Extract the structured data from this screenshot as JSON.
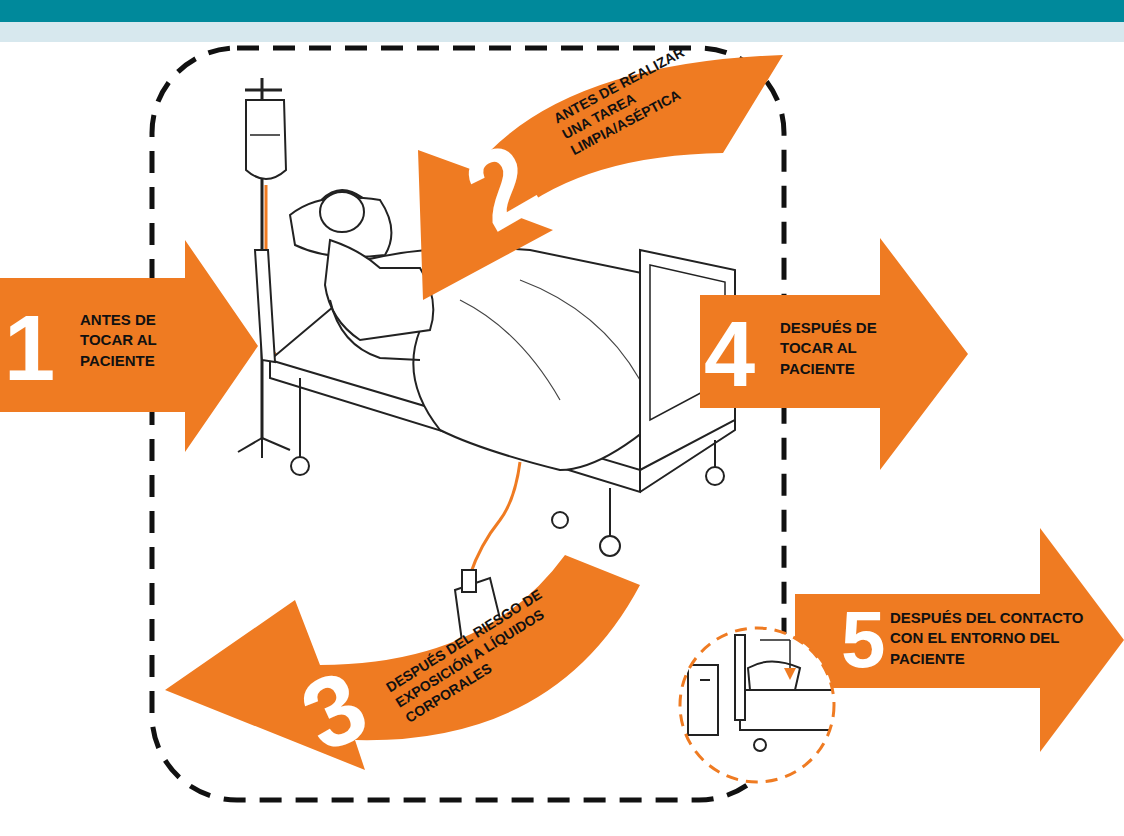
{
  "diagram": {
    "nodes": [
      {
        "text": [
          "1",
          "ANTES DE TOCAR AL PACIENTE"
        ]
      },
      {
        "text": [
          "2",
          "ANTES DE REALIZAR UNA TAREA LIMPIA/ASÉPTICA"
        ]
      },
      {
        "text": [
          "3",
          "DESPUÉS DEL RIESGO DE EXPOSICIÓN A LÍQUIDOS CORPORALES"
        ]
      },
      {
        "text": [
          "4",
          "DESPUÉS DE TOCAR AL PACIENTE"
        ]
      },
      {
        "text": [
          "5",
          "DESPUÉS DEL CONTACTO CON EL ENTORNO DEL PACIENTE"
        ]
      }
    ]
  }
}
